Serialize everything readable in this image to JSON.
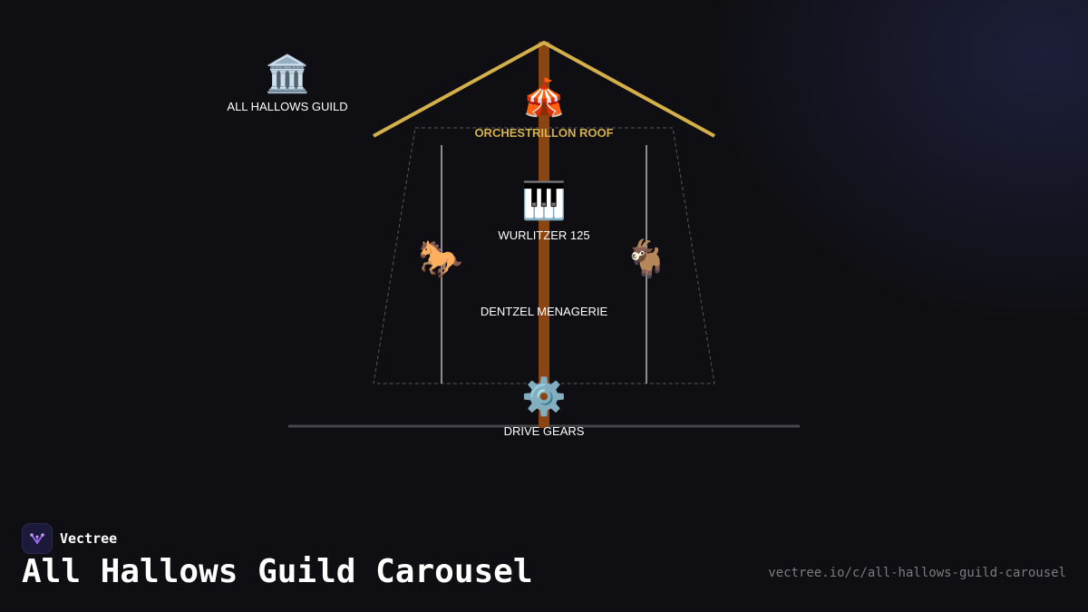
{
  "diagram": {
    "guild": {
      "icon": "classical-building-icon",
      "label": "ALL HALLOWS GUILD"
    },
    "roof": {
      "icon": "circus-tent-icon",
      "label": "ORCHESTRILLON ROOF"
    },
    "organ": {
      "icon": "piano-keys-icon",
      "label": "WURLITZER 125"
    },
    "menagerie": {
      "label": "DENTZEL MENAGERIE",
      "left_icon": "horse-icon",
      "right_icon": "goat-icon"
    },
    "gears": {
      "icon": "gear-icon",
      "label": "DRIVE GEARS"
    }
  },
  "colors": {
    "background": "#0f0f13",
    "roof": "#d4b04a",
    "pole": "#8b4513",
    "roof_label": "#d4b04a",
    "dashed_frame": "#55555c",
    "ground": "#44444a"
  },
  "footer": {
    "brand": "Vectree",
    "brand_icon": "vectree-logo-icon",
    "title": "All Hallows Guild Carousel",
    "url": "vectree.io/c/all-hallows-guild-carousel"
  }
}
